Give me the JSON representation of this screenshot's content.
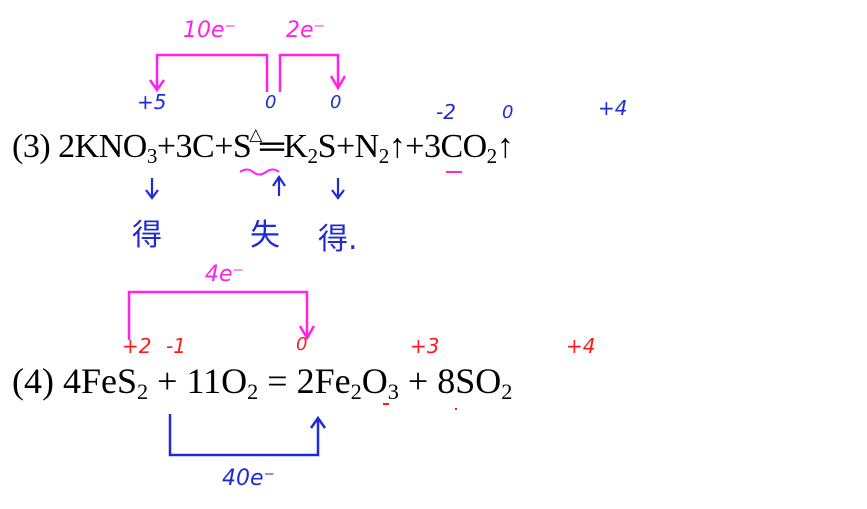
{
  "eq3": {
    "prefix": "(3) 2KNO",
    "s3": "3",
    "p1": "+3C+S",
    "triangle": "△",
    "p2": "K",
    "s2a": "2",
    "p3": "S+N",
    "s2b": "2",
    "p4": "↑+3CO",
    "s2c": "2",
    "arrow": "↑"
  },
  "eq4": {
    "prefix": "(4) 4FeS",
    "s2a": "2",
    "p1": " + 11O",
    "s2b": "2",
    "p2": " = 2Fe",
    "s2c": "2",
    "p3": "O",
    "s3": "3",
    "p4": " + 8SO",
    "s2d": "2"
  },
  "annotations": {
    "e10": "10e⁻",
    "e2": "2e⁻",
    "ox_n": "+5",
    "ox_c": "0",
    "ox_s": "0",
    "ox_k2s": "-2",
    "ox_n2": "0",
    "ox_co2": "+4",
    "gain1": "得",
    "lose": "失",
    "gain2": "得.",
    "e4": "4e⁻",
    "ox_fe": "+2",
    "ox_s1": "-1",
    "ox_o2": "0",
    "ox_fe2o3": "+3",
    "ox_so2": "+4",
    "e40": "40e⁻"
  },
  "colors": {
    "pink": "#ff22e8",
    "blue": "#1f2bd6",
    "red": "#ff1a1a"
  }
}
